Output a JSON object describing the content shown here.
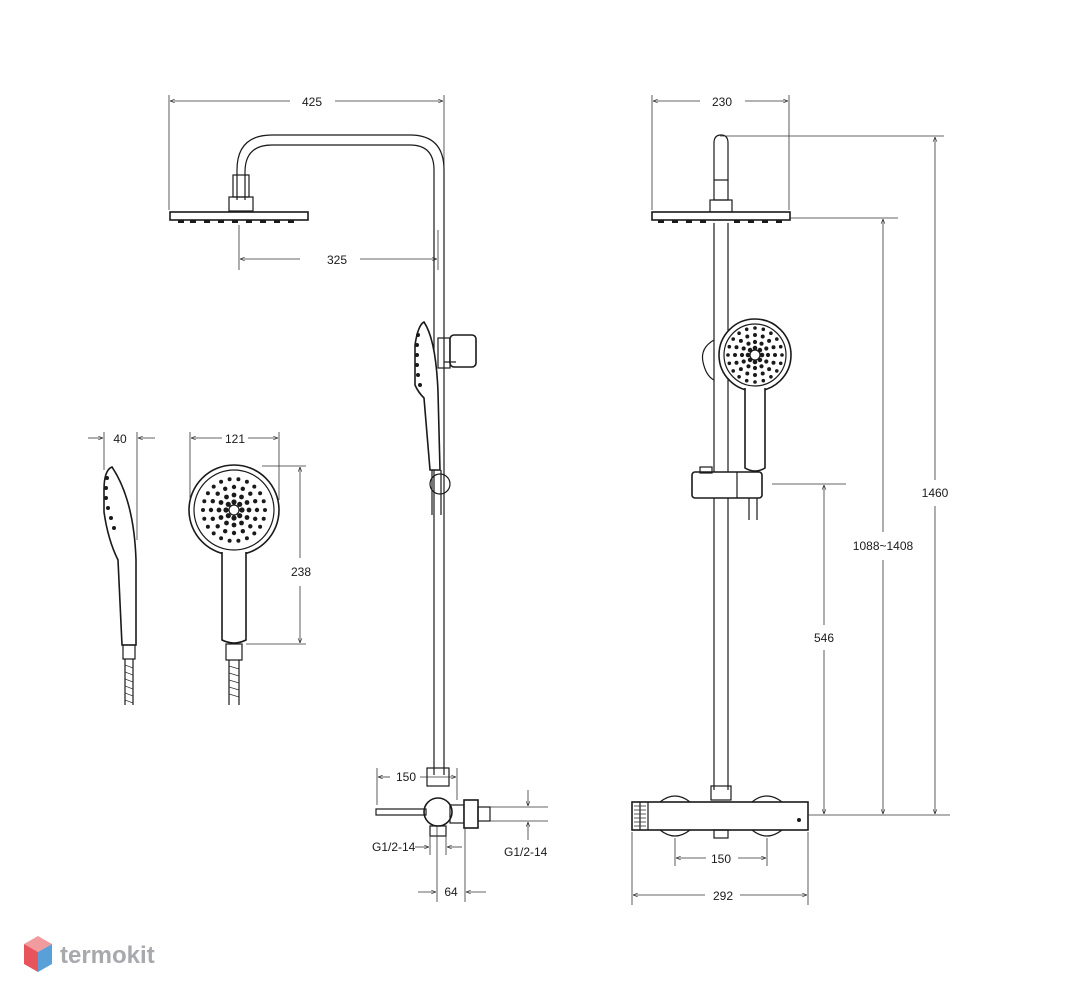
{
  "dimensions": {
    "top_width_left": "425",
    "arm_reach": "325",
    "hand_shower_depth": "40",
    "hand_shower_diameter": "121",
    "hand_shower_length": "238",
    "mixer_outlet_offset": "150",
    "thread_left": "G1/2-14",
    "thread_right": "G1/2-14",
    "mixer_depth": "64",
    "top_width_right": "230",
    "total_height": "1460",
    "height_range": "1088~1408",
    "slider_height": "546",
    "mixer_centers": "150",
    "mixer_width": "292"
  },
  "brand": {
    "name": "termokit",
    "logo_colors": [
      "#e8545c",
      "#5aa0d8",
      "#f29b9f",
      "#9cc6ea"
    ]
  },
  "colors": {
    "stroke": "#1a1a1a",
    "brand_text": "#a7a9ad"
  }
}
